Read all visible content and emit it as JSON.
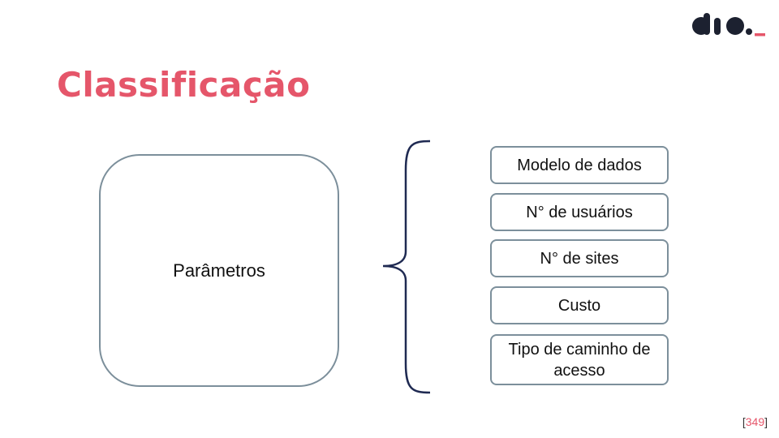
{
  "slide": {
    "title": "Classificação",
    "main_label": "Parâmetros",
    "items": [
      "Modelo de dados",
      "N° de usuários",
      "N° de sites",
      "Custo",
      "Tipo de caminho de acesso"
    ],
    "page_open": "[",
    "page_number": "349",
    "page_close": "]"
  },
  "logo": {
    "name": "dio-logo",
    "text": "dio._"
  },
  "colors": {
    "accent": "#e5566a",
    "box_border": "#7c8f9b",
    "brace": "#1f2a52",
    "logo_dark": "#1c2130"
  }
}
